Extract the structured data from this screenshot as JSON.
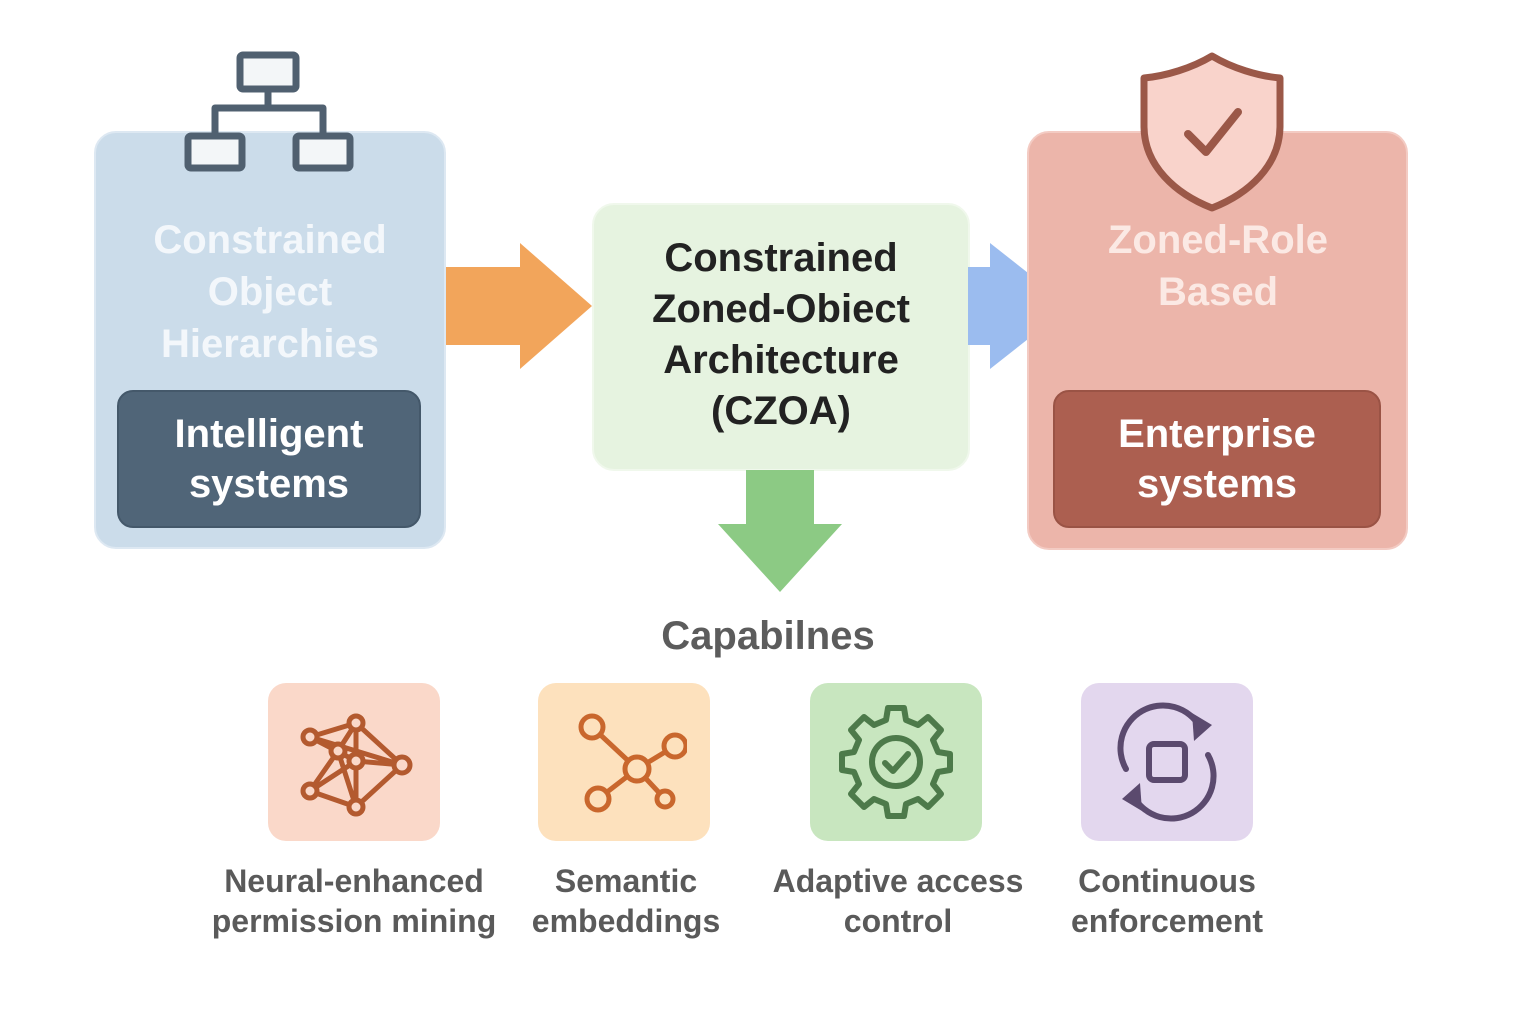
{
  "left_box": {
    "title": "Constrained Object Hierarchies",
    "badge": "Intelligent systems",
    "icon": "hierarchy-icon",
    "colors": {
      "fill": "#cbdcea",
      "title": "#f3f7fb",
      "badge": "#506578"
    }
  },
  "center_box": {
    "title": "Constrained Zoned-Obiect Architecture (CZOA)",
    "colors": {
      "fill": "#e6f3e0",
      "title": "#222222"
    }
  },
  "right_box": {
    "title": "Zoned-Role Based",
    "badge": "Enterprise systems",
    "icon": "shield-check-icon",
    "colors": {
      "fill": "#ecb5aa",
      "title": "#fbe9e4",
      "badge": "#ac5f50"
    }
  },
  "arrows": {
    "left_to_center": {
      "color": "#f2a55b"
    },
    "center_to_right": {
      "color": "#9bbcef"
    },
    "center_to_capabilities": {
      "color": "#8cca84"
    }
  },
  "capabilities_heading": "Capabilnes",
  "capabilities": [
    {
      "label": "Neural-enhanced permission mining",
      "icon": "neural-network-icon",
      "tile": "#fad8c9",
      "stroke": "#b35a2f"
    },
    {
      "label": "Semantic embeddings",
      "icon": "molecule-nodes-icon",
      "tile": "#fde1bd",
      "stroke": "#c9672d"
    },
    {
      "label": "Adaptive access control",
      "icon": "gear-check-icon",
      "tile": "#c8e6bf",
      "stroke": "#4d7a4a"
    },
    {
      "label": "Continuous enforcement",
      "icon": "cycle-arrows-icon",
      "tile": "#e3d7ee",
      "stroke": "#5b4a6e"
    }
  ]
}
